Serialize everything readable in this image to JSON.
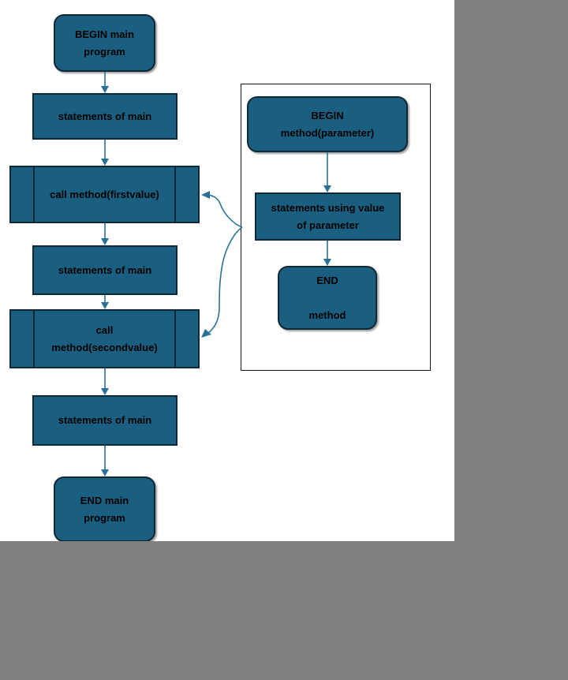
{
  "diagram": {
    "description": "Flowchart of a main program calling a method with a parameter",
    "colors": {
      "canvas_background": "#FFFFFF",
      "surround_background": "#808080",
      "shape_fill": "#1A5F7F",
      "shape_border": "#0E2835",
      "arrow": "#2C7097",
      "text": "#000000",
      "group_box_border": "#1A1A1A"
    },
    "nodes": {
      "begin_main": {
        "label": "BEGIN main\nprogram",
        "shape": "rounded-rectangle"
      },
      "statements_main_1": {
        "label": "statements of main",
        "shape": "rectangle"
      },
      "call_first": {
        "label": "call method(firstvalue)",
        "shape": "predefined-process"
      },
      "statements_main_2": {
        "label": "statements of main",
        "shape": "rectangle"
      },
      "call_second": {
        "label": "call\nmethod(secondvalue)",
        "shape": "predefined-process"
      },
      "statements_main_3": {
        "label": "statements of main",
        "shape": "rectangle"
      },
      "end_main": {
        "label": "END main\nprogram",
        "shape": "rounded-rectangle"
      },
      "begin_method": {
        "label": "BEGIN\nmethod(parameter)",
        "shape": "rounded-rectangle"
      },
      "method_statements": {
        "label": "statements using value\nof parameter",
        "shape": "rectangle"
      },
      "end_method": {
        "label": "END\n\nmethod",
        "shape": "rounded-rectangle"
      }
    },
    "flow": {
      "main_sequence": [
        "begin_main",
        "statements_main_1",
        "call_first",
        "statements_main_2",
        "call_second",
        "statements_main_3",
        "end_main"
      ],
      "method_sequence": [
        "begin_method",
        "method_statements",
        "end_method"
      ],
      "call_links": [
        {
          "from": "method-group",
          "to": "call_first",
          "style": "curved"
        },
        {
          "from": "method-group",
          "to": "call_second",
          "style": "curved"
        }
      ]
    }
  }
}
